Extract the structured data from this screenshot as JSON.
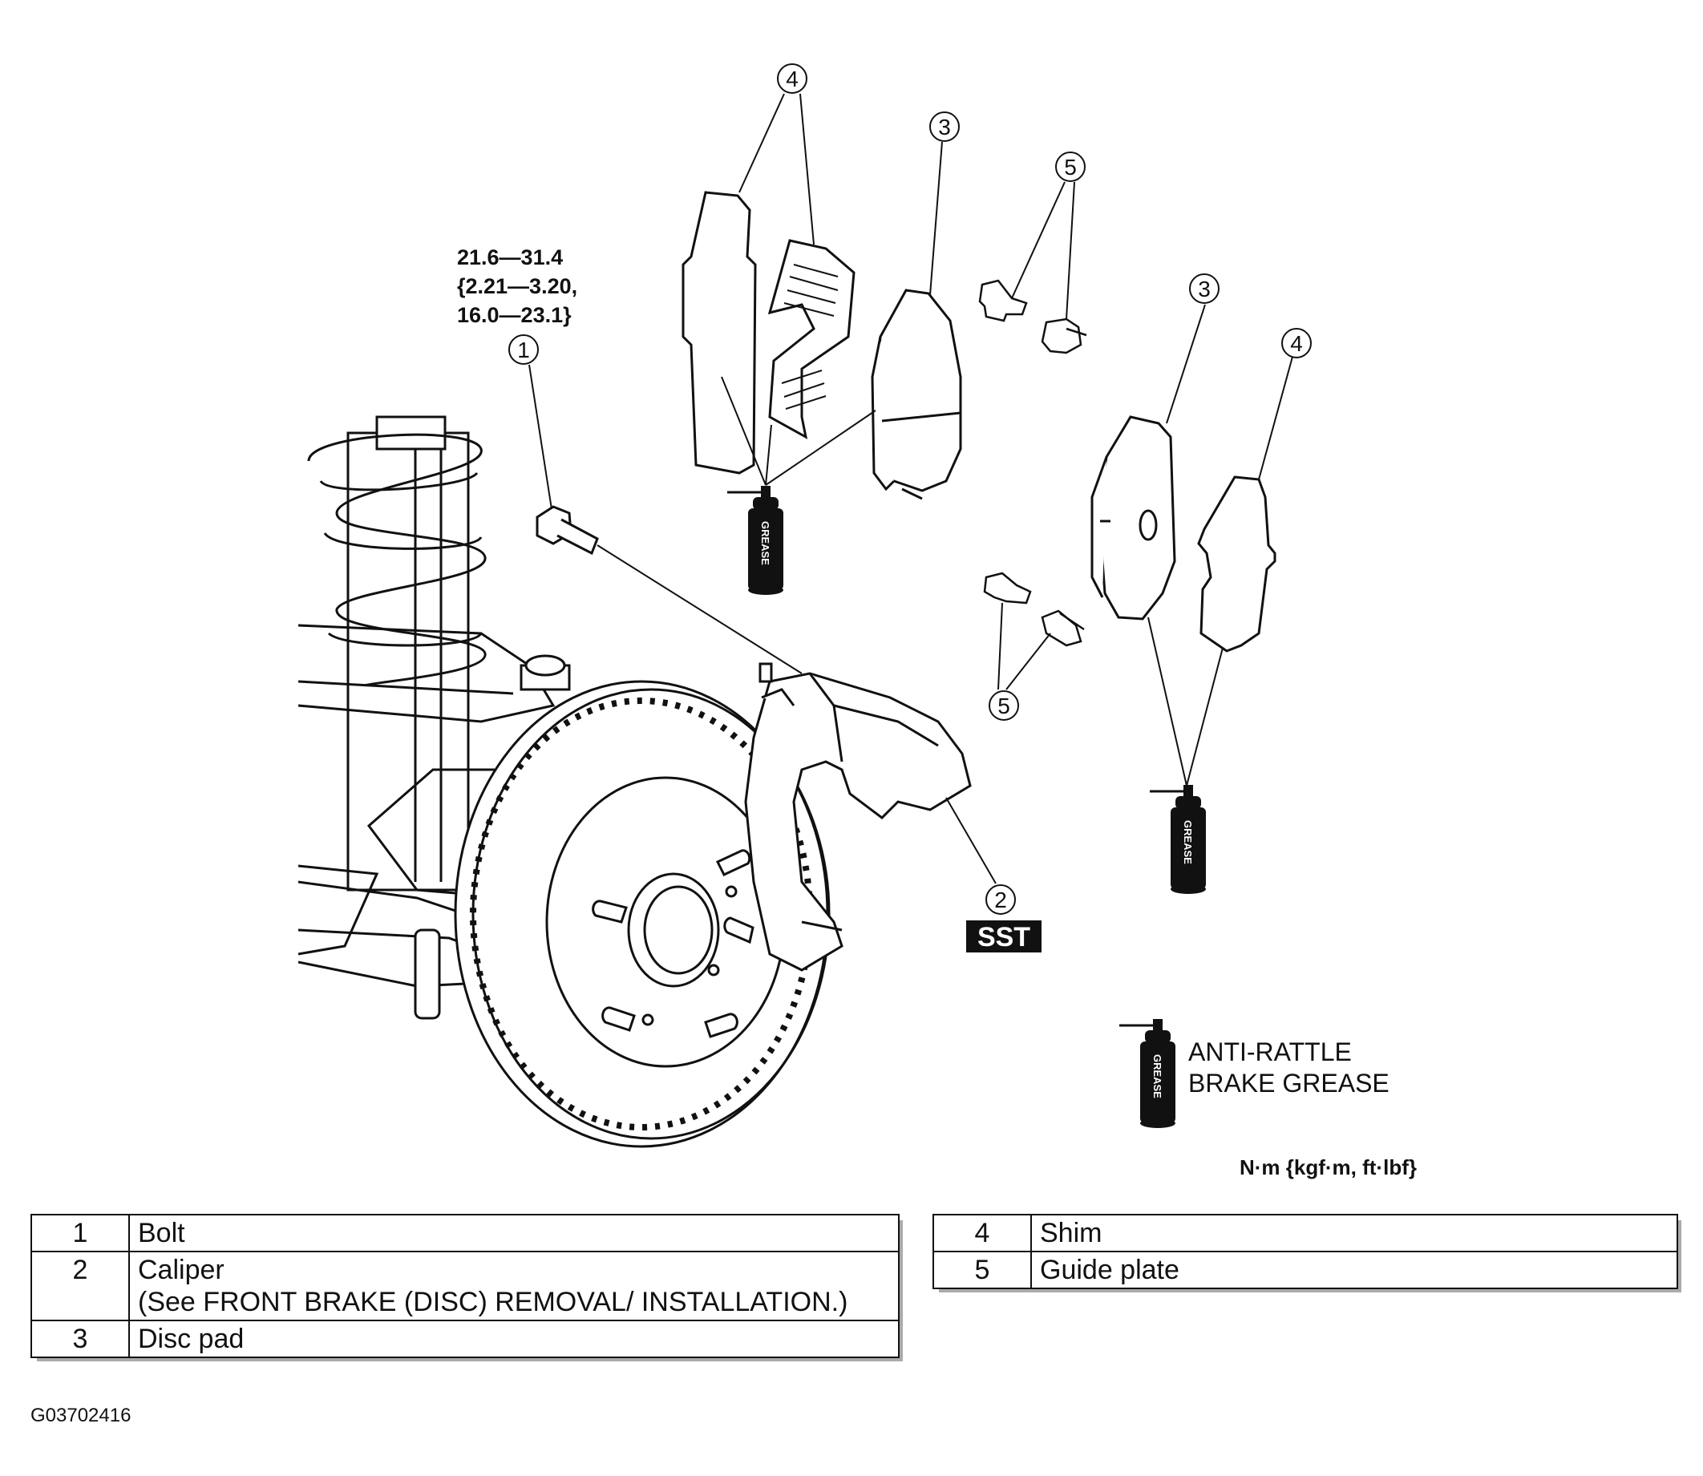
{
  "torque_spec": {
    "line1": "21.6—31.4",
    "line2": "{2.21—3.20,",
    "line3": "16.0—23.1}"
  },
  "callouts": {
    "c1": "1",
    "c2": "2",
    "c3": "3",
    "c4": "4",
    "c5": "5"
  },
  "sst_label": "SST",
  "grease_can_label": "GREASE",
  "grease_legend": {
    "line1": "ANTI-RATTLE",
    "line2": "BRAKE GREASE"
  },
  "units_label": "N·m {kgf·m, ft·lbf}",
  "parts_left": [
    {
      "num": "1",
      "name": "Bolt",
      "note": ""
    },
    {
      "num": "2",
      "name": "Caliper",
      "note": "(See FRONT BRAKE (DISC) REMOVAL/ INSTALLATION.)"
    },
    {
      "num": "3",
      "name": "Disc pad",
      "note": ""
    }
  ],
  "parts_right": [
    {
      "num": "4",
      "name": "Shim"
    },
    {
      "num": "5",
      "name": "Guide plate"
    }
  ],
  "figure_code": "G03702416"
}
